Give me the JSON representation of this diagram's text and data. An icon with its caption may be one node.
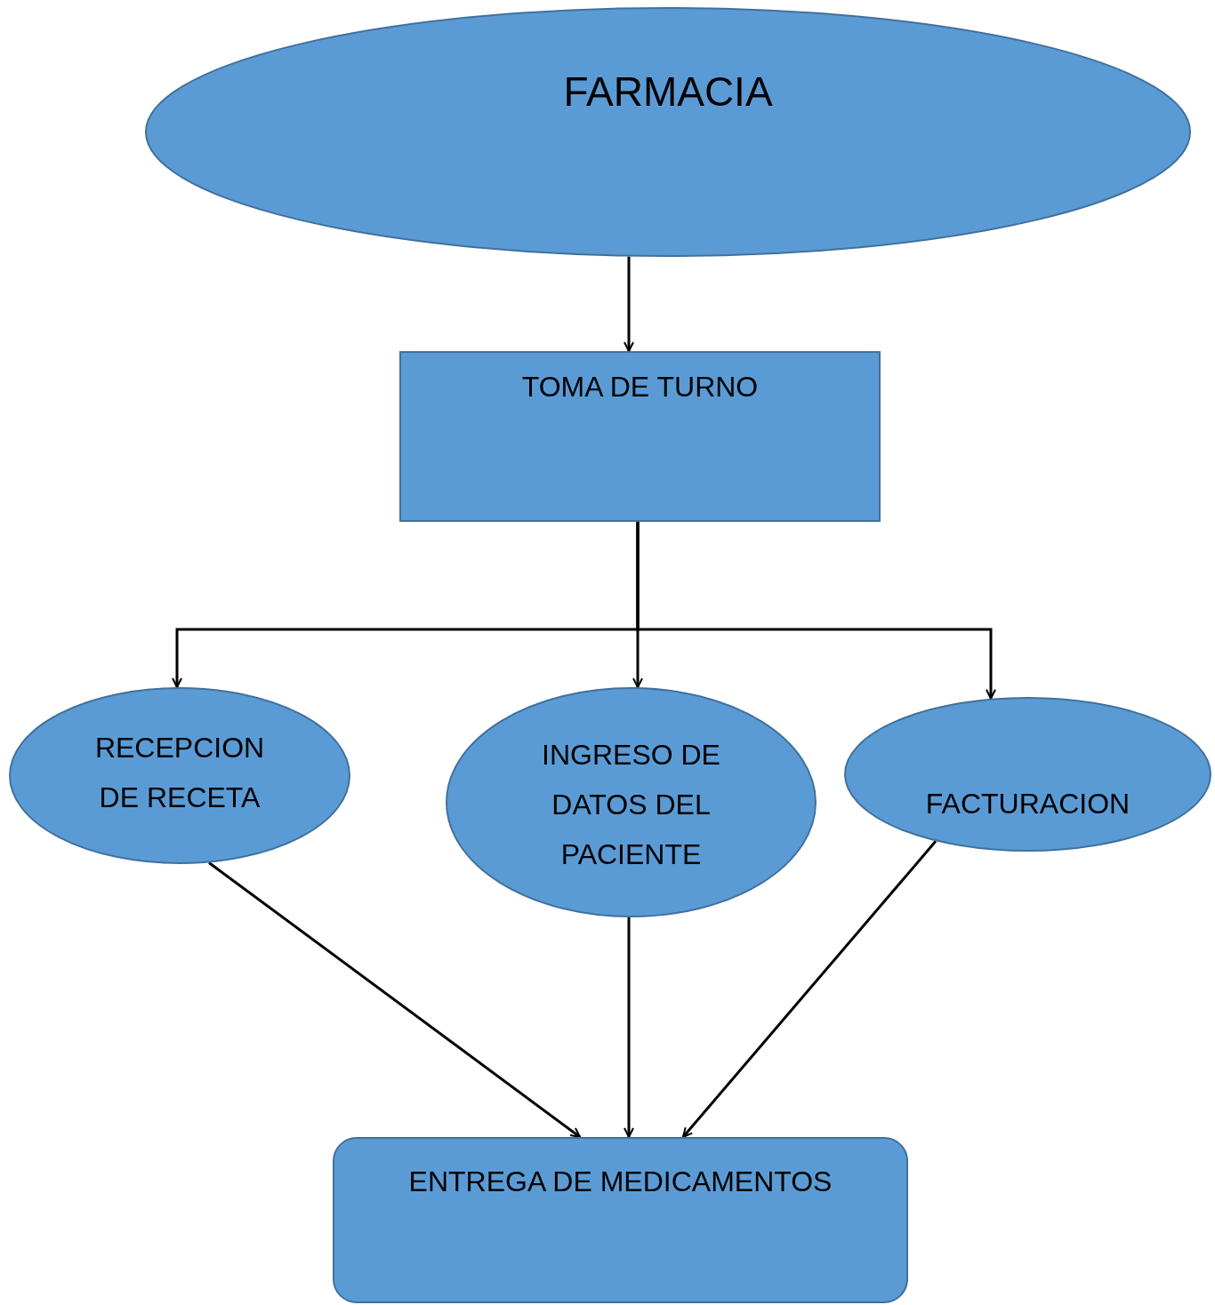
{
  "diagram": {
    "nodes": [
      {
        "text": [
          "FARMACIA"
        ]
      },
      {
        "text": [
          "TOMA DE TURNO"
        ]
      },
      {
        "text": [
          "RECEPCION DE RECETA"
        ]
      },
      {
        "text": [
          "INGRESO DE DATOS DEL PACIENTE"
        ]
      },
      {
        "text": [
          "FACTURACION"
        ]
      },
      {
        "text": [
          "ENTREGA DE MEDICAMENTOS"
        ]
      }
    ],
    "edges": [
      {
        "from": 0,
        "to": 1,
        "arrow": "to"
      },
      {
        "from": 1,
        "to": 2,
        "arrow": "to"
      },
      {
        "from": 1,
        "to": 3,
        "arrow": "to"
      },
      {
        "from": 1,
        "to": 4,
        "arrow": "to"
      },
      {
        "from": 2,
        "to": 5,
        "arrow": "to"
      },
      {
        "from": 3,
        "to": 5,
        "arrow": "to"
      },
      {
        "from": 4,
        "to": 5,
        "arrow": "to"
      }
    ]
  }
}
